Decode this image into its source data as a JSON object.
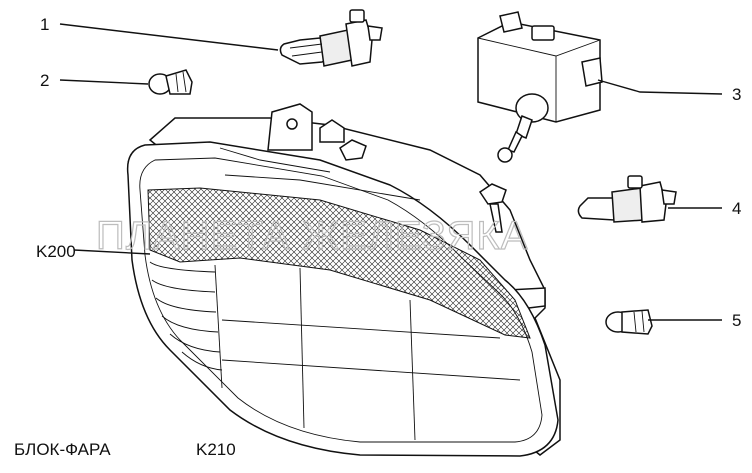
{
  "callouts": [
    "1",
    "2",
    "3",
    "4",
    "5"
  ],
  "ref_headlamp": "K200",
  "caption": {
    "title": "БЛОК-ФАРА",
    "code": "K210"
  },
  "watermark": "ПЛАНЕТА ЖЕЛЕЗЯКА",
  "icons": [
    "halogen-bulb-icon",
    "small-bulb-icon",
    "adjuster-motor-icon",
    "bulb-holder-icon",
    "wedge-bulb-icon",
    "headlamp-assembly-icon"
  ]
}
